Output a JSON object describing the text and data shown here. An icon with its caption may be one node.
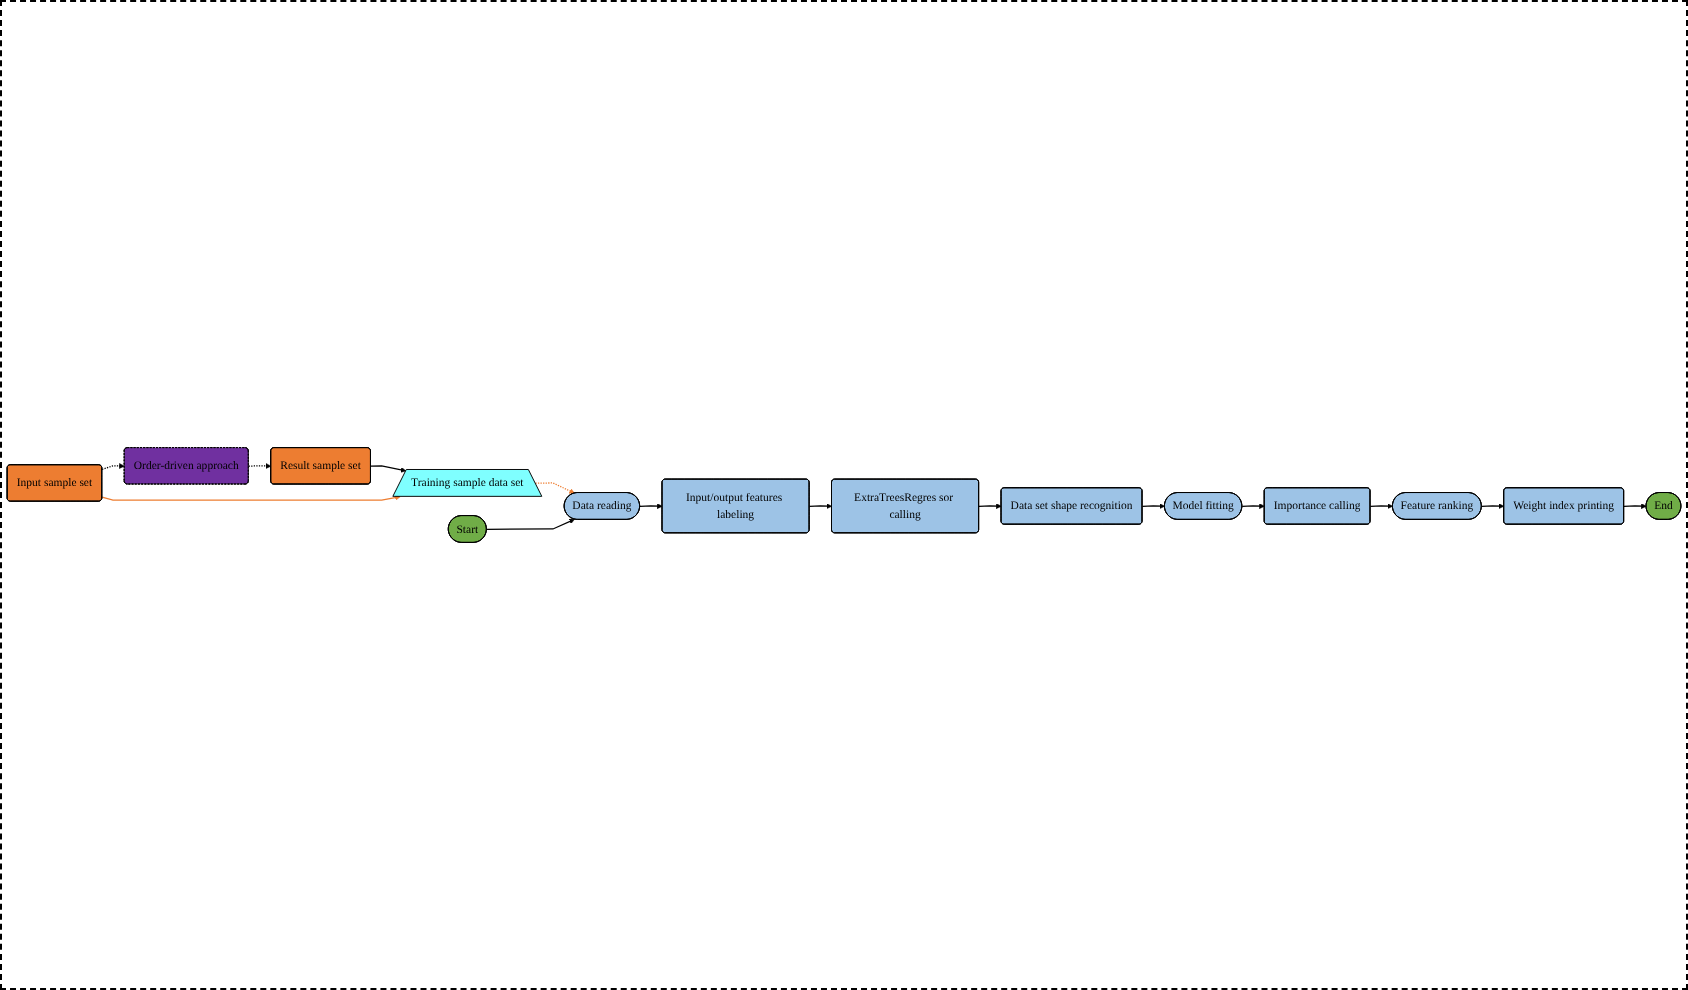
{
  "diagram": {
    "nodes": [
      {
        "text": [
          "Input sample set"
        ]
      },
      {
        "text": [
          "Order-driven approach"
        ]
      },
      {
        "text": [
          "Result sample set"
        ]
      },
      {
        "text": [
          "Training sample data set"
        ]
      },
      {
        "text": [
          "Start"
        ]
      },
      {
        "text": [
          "Data reading"
        ]
      },
      {
        "text": [
          "Input/output features labeling"
        ]
      },
      {
        "text": [
          "ExtraTreesRegres sor calling"
        ]
      },
      {
        "text": [
          "Data set shape recognition"
        ]
      },
      {
        "text": [
          "Model fitting"
        ]
      },
      {
        "text": [
          "Importance calling"
        ]
      },
      {
        "text": [
          "Feature ranking"
        ]
      },
      {
        "text": [
          "Weight index printing"
        ]
      },
      {
        "text": [
          "End"
        ]
      }
    ],
    "edges": [
      {
        "from": 0,
        "to": 1,
        "arrow": "to",
        "style": "dashed"
      },
      {
        "from": 1,
        "to": 2,
        "arrow": "to",
        "style": "dashed"
      },
      {
        "from": 2,
        "to": 3,
        "arrow": "to"
      },
      {
        "from": 0,
        "to": 3,
        "arrow": "to",
        "color": "#ed7d31"
      },
      {
        "from": 3,
        "to": 5,
        "arrow": "to",
        "style": "dashed",
        "color": "#ed7d31"
      },
      {
        "from": 4,
        "to": 5,
        "arrow": "to"
      },
      {
        "from": 5,
        "to": 6,
        "arrow": "to"
      },
      {
        "from": 6,
        "to": 7,
        "arrow": "to"
      },
      {
        "from": 7,
        "to": 8,
        "arrow": "to"
      },
      {
        "from": 8,
        "to": 9,
        "arrow": "to"
      },
      {
        "from": 9,
        "to": 10,
        "arrow": "to"
      },
      {
        "from": 10,
        "to": 11,
        "arrow": "to"
      },
      {
        "from": 11,
        "to": 12,
        "arrow": "to"
      },
      {
        "from": 12,
        "to": 13,
        "arrow": "to"
      }
    ]
  }
}
